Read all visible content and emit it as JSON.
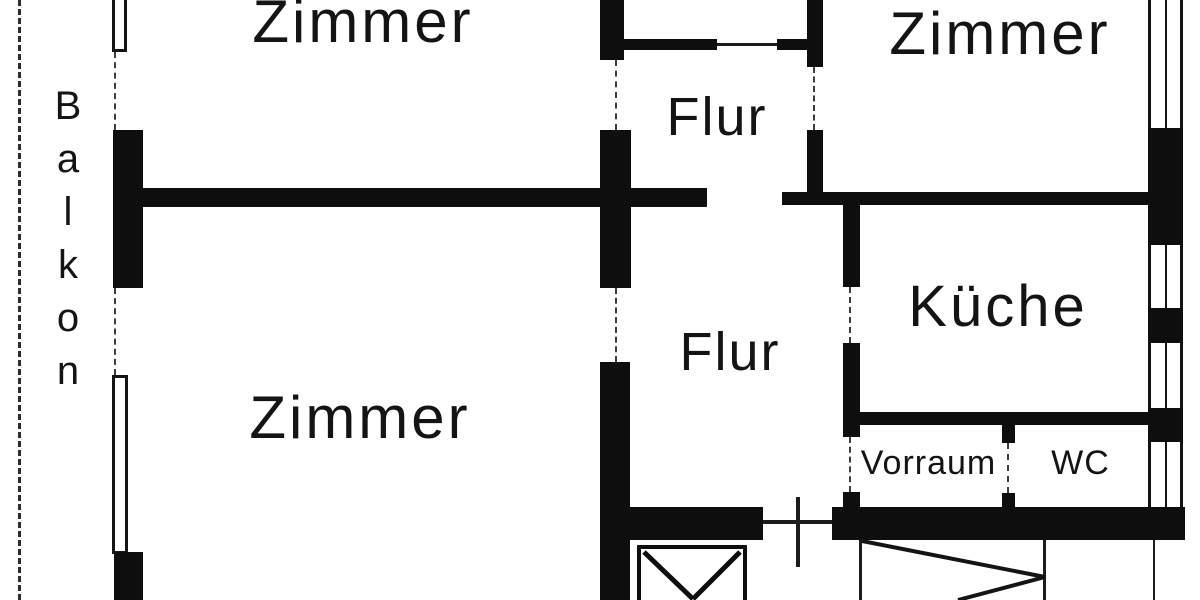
{
  "plan": {
    "type": "apartment-floor-plan-scan",
    "language": "de",
    "labels": {
      "balkon": "Balkon",
      "zimmer_top_left": "Zimmer",
      "zimmer_top_right": "Zimmer",
      "zimmer_bottom_left": "Zimmer",
      "flur_upper": "Flur",
      "flur_lower": "Flur",
      "kueche": "Küche",
      "vorraum": "Vorraum",
      "wc": "WC"
    },
    "colors": {
      "wall": "#0e0e0e",
      "paper": "#ffffff",
      "thin_line": "#1c1c1c",
      "dash_line": "#3d3d3d"
    }
  }
}
